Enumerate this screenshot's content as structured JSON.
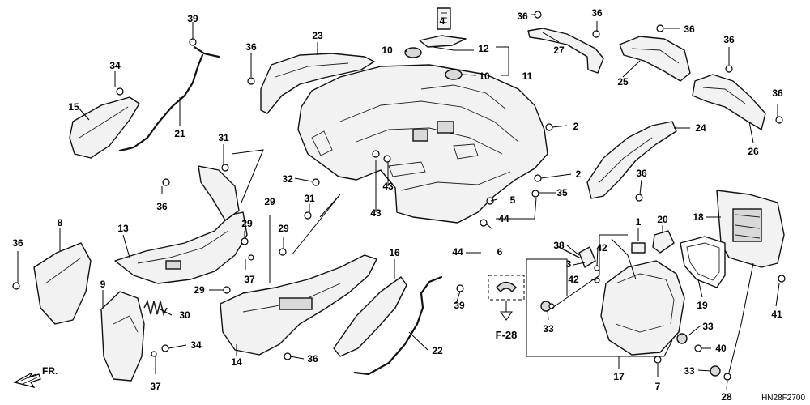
{
  "diagram_code": "HN28F2700",
  "front_arrow_label": "FR.",
  "reference_label": "F-28",
  "callouts": {
    "c1": "1",
    "c2a": "2",
    "c2b": "2",
    "c3": "3",
    "c4": "4",
    "c5": "5",
    "c6": "6",
    "c7": "7",
    "c8": "8",
    "c9": "9",
    "c10a": "10",
    "c10b": "10",
    "c11": "11",
    "c12": "12",
    "c13": "13",
    "c14": "14",
    "c15": "15",
    "c16": "16",
    "c17": "17",
    "c18": "18",
    "c19": "19",
    "c20": "20",
    "c21": "21",
    "c22": "22",
    "c23": "23",
    "c24": "24",
    "c25": "25",
    "c26": "26",
    "c27": "27",
    "c28": "28",
    "c29a": "29",
    "c29b": "29",
    "c29c": "29",
    "c29d": "29",
    "c30": "30",
    "c31a": "31",
    "c31b": "31",
    "c32": "32",
    "c33a": "33",
    "c33b": "33",
    "c33c": "33",
    "c34a": "34",
    "c34b": "34",
    "c35": "35",
    "c36a": "36",
    "c36b": "36",
    "c36c": "36",
    "c36d": "36",
    "c36e": "36",
    "c36f": "36",
    "c36g": "36",
    "c36h": "36",
    "c36i": "36",
    "c36j": "36",
    "c37a": "37",
    "c37b": "37",
    "c38": "38",
    "c39a": "39",
    "c39b": "39",
    "c40": "40",
    "c41": "41",
    "c42a": "42",
    "c42b": "42",
    "c43a": "43",
    "c43b": "43",
    "c44a": "44",
    "c44b": "44"
  }
}
